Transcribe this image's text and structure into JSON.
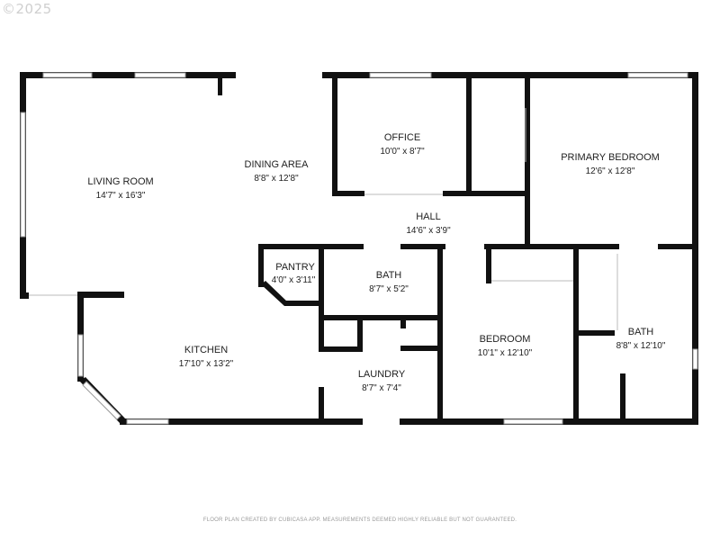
{
  "watermark": "©2025",
  "footer": "FLOOR PLAN CREATED BY CUBICASA APP. MEASUREMENTS DEEMED HIGHLY RELIABLE BUT NOT GUARANTEED.",
  "rooms": {
    "living_room": {
      "name": "LIVING ROOM",
      "dims": "14'7\" x 16'3\""
    },
    "dining_area": {
      "name": "DINING AREA",
      "dims": "8'8\" x 12'8\""
    },
    "office": {
      "name": "OFFICE",
      "dims": "10'0\" x 8'7\""
    },
    "primary_bedroom": {
      "name": "PRIMARY BEDROOM",
      "dims": "12'6\" x 12'8\""
    },
    "hall": {
      "name": "HALL",
      "dims": "14'6\" x 3'9\""
    },
    "pantry": {
      "name": "PANTRY",
      "dims": "4'0\" x 3'11\""
    },
    "bath1": {
      "name": "BATH",
      "dims": "8'7\" x 5'2\""
    },
    "kitchen": {
      "name": "KITCHEN",
      "dims": "17'10\" x 13'2\""
    },
    "laundry": {
      "name": "LAUNDRY",
      "dims": "8'7\" x 7'4\""
    },
    "bedroom": {
      "name": "BEDROOM",
      "dims": "10'1\" x 12'10\""
    },
    "bath2": {
      "name": "BATH",
      "dims": "8'8\" x 12'10\""
    }
  },
  "colors": {
    "wall": "#111111",
    "window": "#ffffff",
    "window_line": "#9a9a9a",
    "watermark": "#cfcfcf"
  }
}
